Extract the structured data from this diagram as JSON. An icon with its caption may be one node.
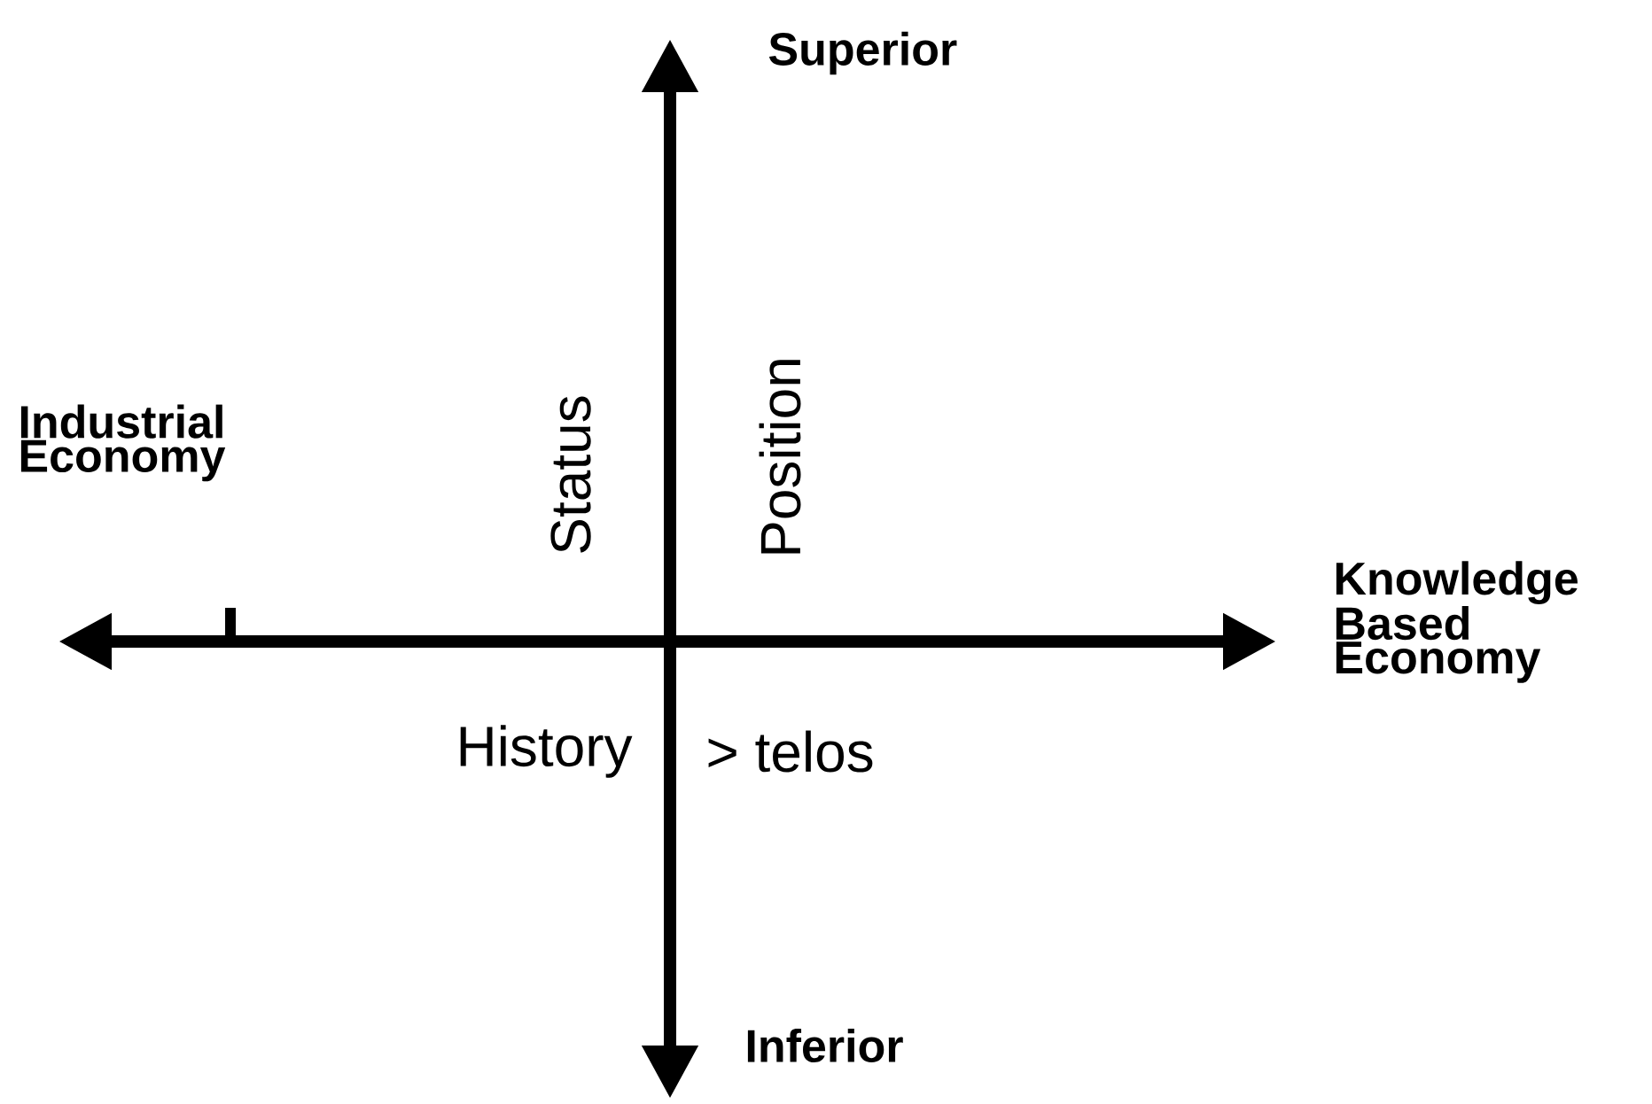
{
  "diagram": {
    "labels": [
      "Superior",
      "Industrial Economy",
      "Status",
      "Position",
      "Knowledge Based Economy",
      "History",
      "> telos",
      "Inferior"
    ]
  }
}
